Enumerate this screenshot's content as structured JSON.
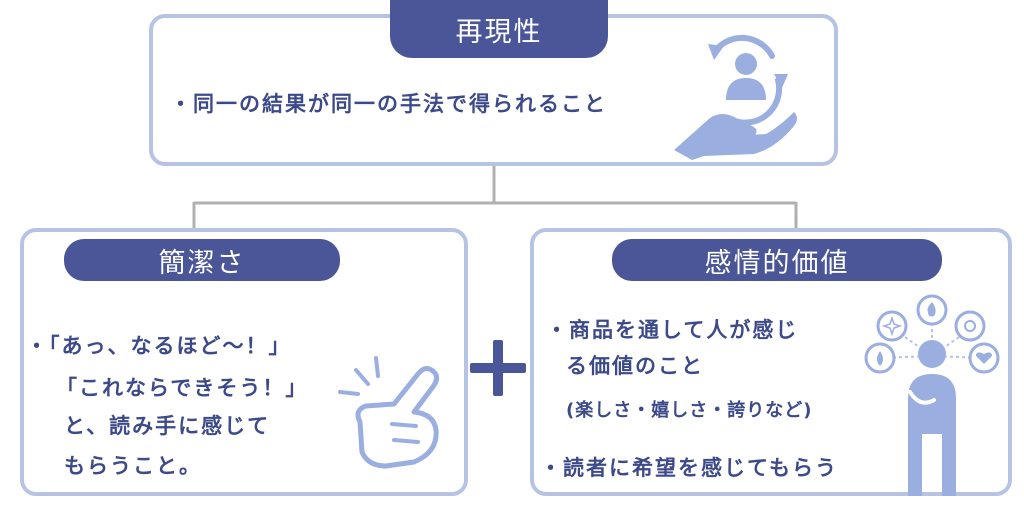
{
  "colors": {
    "accent": "#4a5697",
    "border": "#b6c3e4",
    "icon_light": "#9aaee0",
    "connector": "#b0b0b0",
    "text": "#3d4a8a"
  },
  "top": {
    "title": "再現性",
    "bullet": "・同一の結果が同一の手法で得られること",
    "icon": "person-cycle-hand-icon"
  },
  "left": {
    "title": "簡潔さ",
    "lines": [
      "・「あっ、なるほど〜！」",
      "「これならできそう！」",
      "と、読み手に感じて",
      "もらうこと。"
    ],
    "icon": "finger-snap-icon"
  },
  "plus": "+",
  "right": {
    "title": "感情的価値",
    "bullet1_line1": "・商品を通して人が感じ",
    "bullet1_line2": "る価値のこと",
    "examples": "(楽しさ・嬉しさ・誇りなど)",
    "bullet2": "・読者に希望を感じてもらう",
    "icon": "person-emotions-icon"
  }
}
